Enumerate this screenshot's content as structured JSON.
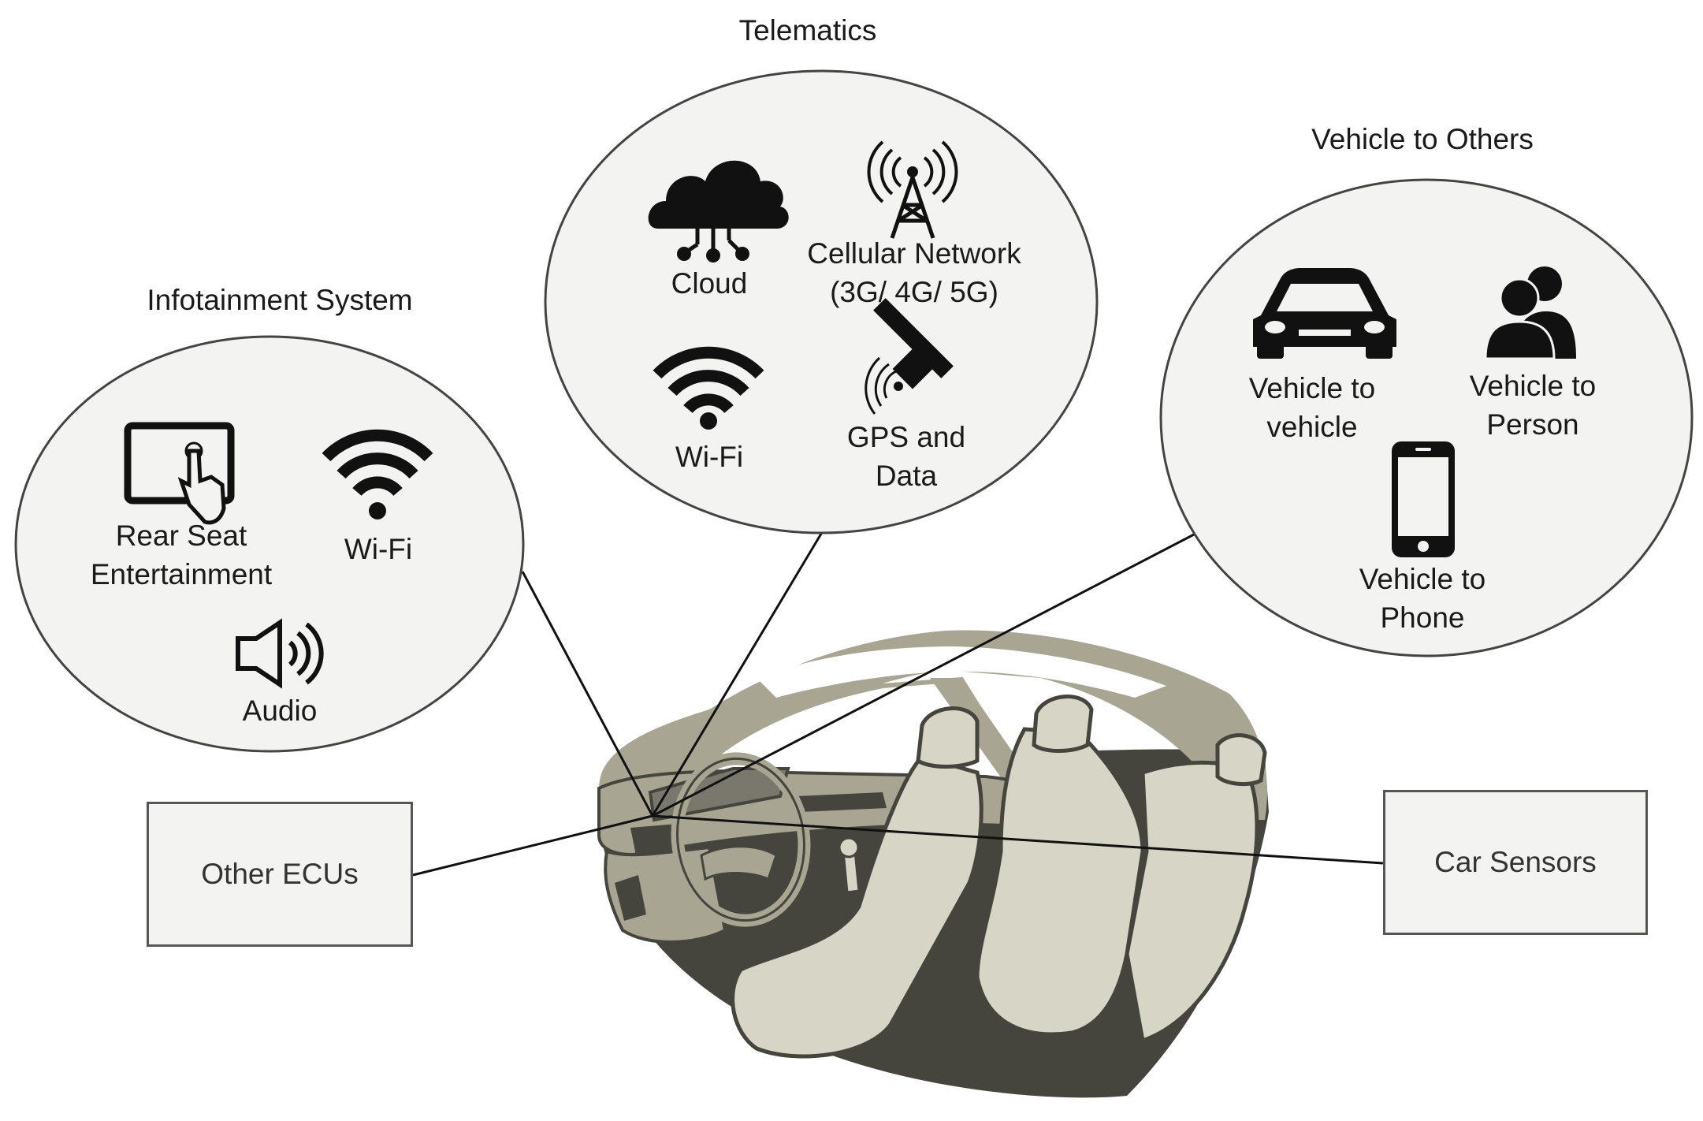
{
  "telematics": {
    "title": "Telematics",
    "cloud": "Cloud",
    "cellular_line1": "Cellular Network",
    "cellular_line2": "(3G/ 4G/ 5G)",
    "wifi": "Wi-Fi",
    "gps_line1": "GPS and",
    "gps_line2": "Data"
  },
  "infotainment": {
    "title": "Infotainment System",
    "rear_line1": "Rear Seat",
    "rear_line2": "Entertainment",
    "wifi": "Wi-Fi",
    "audio": "Audio"
  },
  "v2x": {
    "title": "Vehicle to Others",
    "v2v_line1": "Vehicle to",
    "v2v_line2": "vehicle",
    "v2p_line1": "Vehicle to",
    "v2p_line2": "Person",
    "v2ph_line1": "Vehicle to",
    "v2ph_line2": "Phone"
  },
  "boxes": {
    "other_ecus": "Other ECUs",
    "car_sensors": "Car Sensors"
  },
  "colors": {
    "bubble_fill": "#f3f4f2",
    "outline": "#444444",
    "car_body": "#a8a592",
    "car_dark": "#45443d"
  }
}
